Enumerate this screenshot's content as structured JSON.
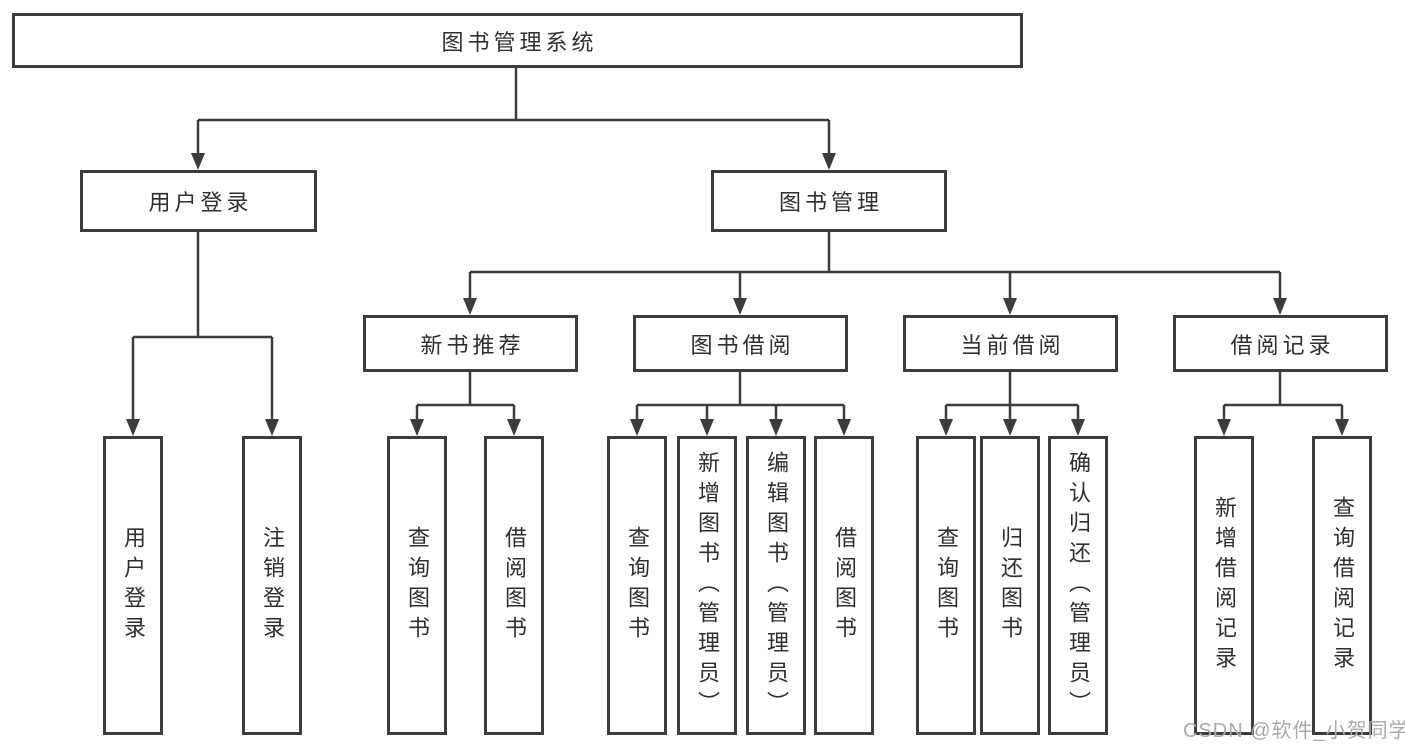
{
  "tree": {
    "root": {
      "label": "图书管理系统"
    },
    "branches": [
      {
        "label": "用户登录",
        "children": [
          {
            "label": "用户登录"
          },
          {
            "label": "注销登录"
          }
        ]
      },
      {
        "label": "图书管理",
        "children": [
          {
            "label": "新书推荐",
            "children": [
              {
                "label": "查询图书"
              },
              {
                "label": "借阅图书"
              }
            ]
          },
          {
            "label": "图书借阅",
            "children": [
              {
                "label": "查询图书"
              },
              {
                "label": "新增图书（管理员）"
              },
              {
                "label": "编辑图书（管理员）"
              },
              {
                "label": "借阅图书"
              }
            ]
          },
          {
            "label": "当前借阅",
            "children": [
              {
                "label": "查询图书"
              },
              {
                "label": "归还图书"
              },
              {
                "label": "确认归还（管理员）"
              }
            ]
          },
          {
            "label": "借阅记录",
            "children": [
              {
                "label": "新增借阅记录"
              },
              {
                "label": "查询借阅记录"
              }
            ]
          }
        ]
      }
    ]
  },
  "watermark": {
    "text": "CSDN @软件_小贺同学"
  },
  "colors": {
    "line": "#3c3c3c",
    "text": "#2f2f2f",
    "background": "#ffffff",
    "watermark": "#a9a9a9"
  }
}
